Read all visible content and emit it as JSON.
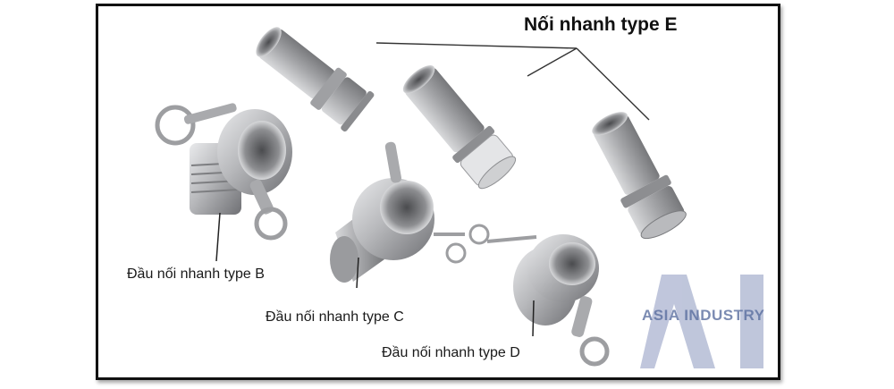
{
  "title": "Nối nhanh type E",
  "labels": {
    "type_b": "Đầu nối nhanh type B",
    "type_c": "Đầu nối nhanh type C",
    "type_d": "Đầu nối nhanh type D"
  },
  "watermark": {
    "letters": "AI",
    "text": "ASIA INDUSTRY"
  },
  "colors": {
    "metal": "#b7b8ba",
    "metal_dark": "#6e6f72",
    "frame": "#111111",
    "watermark": "#8391b8"
  }
}
